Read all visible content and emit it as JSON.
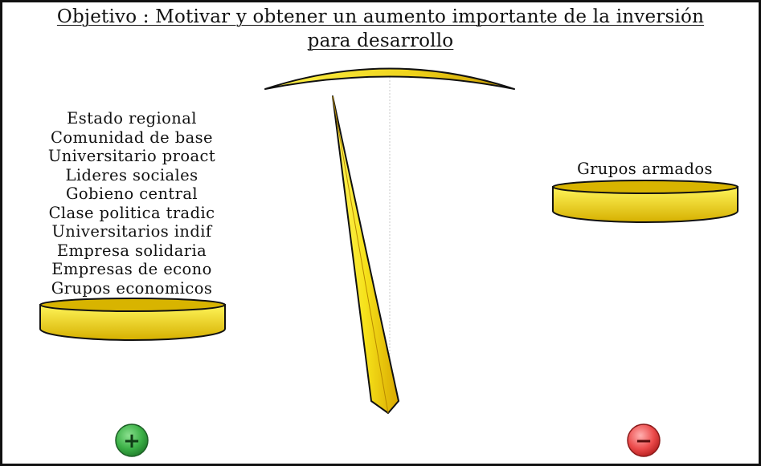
{
  "header": {
    "title_line1": "Objetivo : Motivar y obtener un aumento importante de la inversión",
    "title_line2": "para desarrollo"
  },
  "left_pan": {
    "items": [
      "Estado regional",
      "Comunidad de base",
      "Universitario proact",
      "Lideres sociales",
      "Gobieno central",
      "Clase  politica tradic",
      "Universitarios indif",
      "Empresa solidaria",
      "Empresas  de econo",
      "Grupos economicos"
    ]
  },
  "right_pan": {
    "items": [
      "Grupos armados"
    ]
  },
  "buttons": {
    "plus_symbol": "+",
    "minus_symbol": "−"
  },
  "colors": {
    "gold_light": "#fff34a",
    "gold_dark": "#e0b800",
    "outline": "#111111",
    "plus_green": "#2e9e3e",
    "minus_red": "#e23b3b"
  }
}
